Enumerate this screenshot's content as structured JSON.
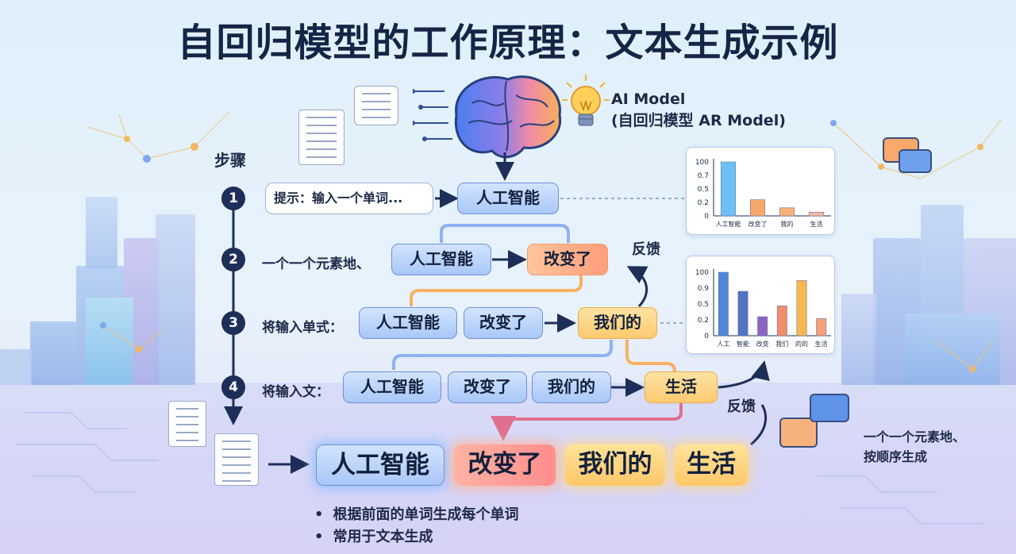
{
  "title": "自回归模型的工作原理：文本生成示例",
  "model": {
    "line1": "AI Model",
    "line2": "(自回归模型 AR Model)"
  },
  "steps_label": "步骤",
  "steps": [
    {
      "number": "1",
      "label": "",
      "prompt": "提示：输入一个单词...",
      "tokens": [
        "人工智能"
      ]
    },
    {
      "number": "2",
      "label": "一个一个元素地、",
      "tokens": [
        "人工智能",
        "改变了"
      ]
    },
    {
      "number": "3",
      "label": "将输入单式：",
      "tokens": [
        "人工智能",
        "改变了",
        "我们的"
      ]
    },
    {
      "number": "4",
      "label": "将输入文：",
      "tokens": [
        "人工智能",
        "改变了",
        "我们的",
        "生活"
      ]
    }
  ],
  "feedback_label": "反馈",
  "output_tokens": [
    "人工智能",
    "改变了",
    "我们的",
    "生活"
  ],
  "side_note": {
    "line1": "一个一个元素地、",
    "line2": "按顺序生成"
  },
  "bullets": [
    "根据前面的单词生成每个单词",
    "常用于文本生成"
  ],
  "chart_data": [
    {
      "type": "bar",
      "categories": [
        "人工智能",
        "改变了",
        "我的",
        "生活"
      ],
      "values": [
        1.0,
        0.3,
        0.15,
        0.07
      ],
      "yticks": [
        "100",
        "0.7",
        "0.5",
        "0.2",
        "0"
      ],
      "ylim": [
        0,
        1.0
      ],
      "colors": [
        "#6cc0f2",
        "#f7a86a",
        "#f7b27c",
        "#f7b9a0"
      ]
    },
    {
      "type": "bar",
      "categories": [
        "人工",
        "智能",
        "改变",
        "我们",
        "的的",
        "生活"
      ],
      "values": [
        1.0,
        0.7,
        0.3,
        0.47,
        0.87,
        0.27
      ],
      "yticks": [
        "100",
        "0.9",
        "0.5",
        "0.2",
        "0"
      ],
      "ylim": [
        0,
        1.0
      ],
      "colors": [
        "#4f86d8",
        "#5273c4",
        "#8d63c2",
        "#f28d6b",
        "#f7b84f",
        "#f7a17b"
      ]
    }
  ]
}
